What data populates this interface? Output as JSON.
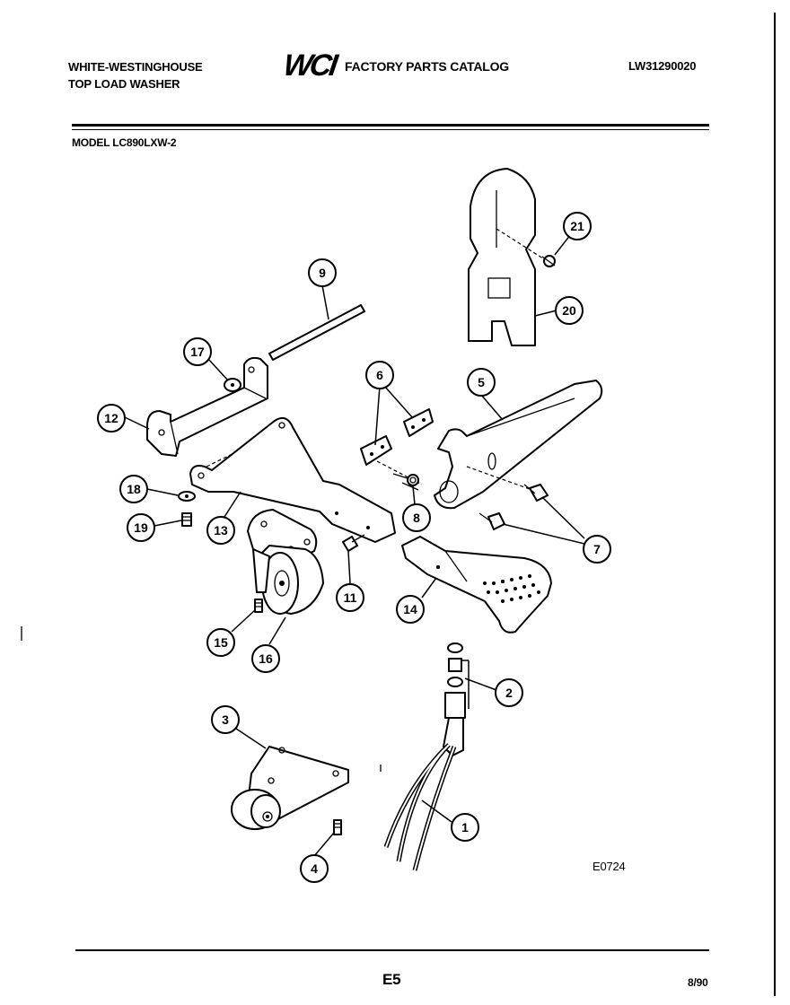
{
  "header": {
    "brand_line1": "WHITE-WESTINGHOUSE",
    "brand_line2": "TOP LOAD WASHER",
    "logo": "WCI",
    "catalog_title": "FACTORY PARTS CATALOG",
    "catalog_number": "LW31290020",
    "model": "MODEL LC890LXW-2"
  },
  "diagram": {
    "callouts": [
      "1",
      "2",
      "3",
      "4",
      "5",
      "6",
      "7",
      "8",
      "9",
      "11",
      "12",
      "13",
      "14",
      "15",
      "16",
      "17",
      "18",
      "19",
      "20",
      "21"
    ],
    "figure_code": "E0724"
  },
  "footer": {
    "page": "E5",
    "date": "8/90"
  }
}
